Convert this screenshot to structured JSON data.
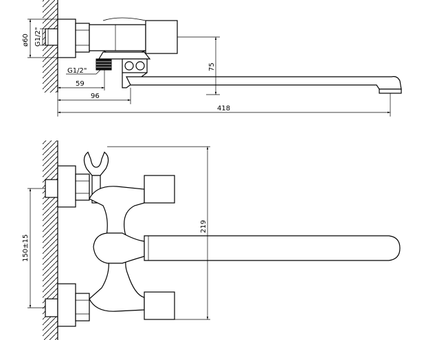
{
  "dimensions": {
    "top_diameter": "ø60",
    "top_thread_vertical": "G1/2\"",
    "top_thread_horizontal": "G1/2\"",
    "top_offset_59": "59",
    "top_offset_96": "96",
    "top_height_75": "75",
    "top_length_418": "418",
    "front_spacing": "150±15",
    "front_height_219": "219"
  }
}
